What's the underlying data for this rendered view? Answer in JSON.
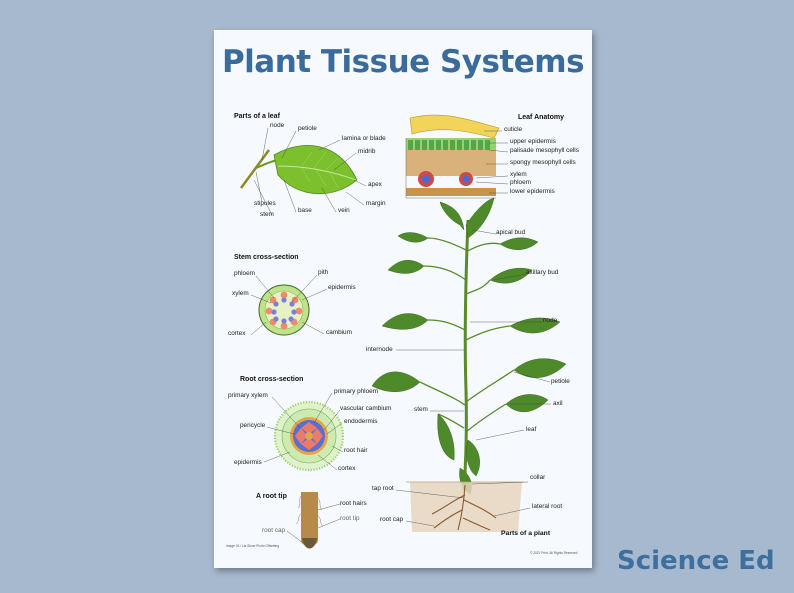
{
  "title": "Plant Tissue Systems",
  "brand": "Science Ed",
  "leaf_parts": {
    "heading": "Parts of a leaf",
    "node": "node",
    "petiole": "petiole",
    "lamina": "lamina or blade",
    "midrib": "midrib",
    "apex": "apex",
    "margin": "margin",
    "vein": "vein",
    "base": "base",
    "stipules": "stipules",
    "stem": "stem"
  },
  "leaf_anatomy": {
    "heading": "Leaf Anatomy",
    "cuticle": "cuticle",
    "upper_epidermis": "upper epidermis",
    "palisade": "palisade mesophyll cells",
    "spongy": "spongy mesophyll cells",
    "xylem": "xylem",
    "phloem": "phloem",
    "lower_epidermis": "lower epidermis"
  },
  "stem_cross": {
    "heading": "Stem cross-section",
    "phloem": "phloem",
    "pith": "pith",
    "xylem": "xylem",
    "epidermis": "epidermis",
    "cortex": "cortex",
    "cambium": "cambium"
  },
  "root_cross": {
    "heading": "Root cross-section",
    "primary_xylem": "primary xylem",
    "primary_phloem": "primary phloem",
    "vascular_cambium": "vascular cambium",
    "pericycle": "pericycle",
    "endodermis": "endodermis",
    "root_hair": "root hair",
    "epidermis": "epidermis",
    "cortex": "cortex"
  },
  "root_tip": {
    "heading": "A root tip",
    "root_hairs": "root hairs",
    "root_tip": "root tip",
    "root_cap": "root cap"
  },
  "plant": {
    "apical_bud": "apical bud",
    "axillary_bud": "axillary bud",
    "node": "node",
    "internode": "internode",
    "petiole": "petiole",
    "stem": "stem",
    "axil": "axil",
    "leaf": "leaf",
    "collar": "collar",
    "tap_root": "tap root",
    "lateral_root": "lateral root",
    "root_cap": "root cap",
    "caption": "Parts of a plant"
  },
  "credit_left": "Image 01 / Lia Stone Photo Offsetting",
  "credit_right": "© 2021 Print. All Rights Reserved"
}
